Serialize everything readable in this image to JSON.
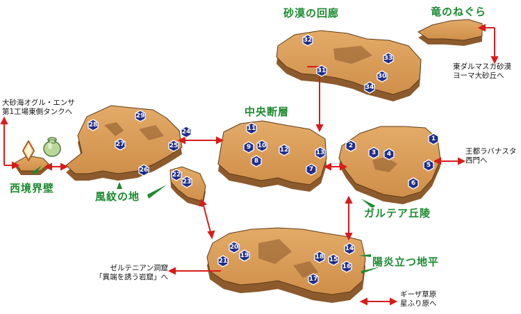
{
  "colors": {
    "land_top": "#d79a55",
    "land_side": "#8c5a2c",
    "land_edge": "#5e3a17",
    "connector": "#d81b1b",
    "label_green": "#1a8a2e",
    "marker_fill": "#1f2e8c"
  },
  "areas": {
    "nishi": "西境界壁",
    "fumon": "風紋の地",
    "chuou": "中央断層",
    "garutea": "ガルテア丘陵",
    "youen": "陽炎立つ地平",
    "sabaku_kairou": "砂漠の回廊",
    "ryuu": "竜のねぐら"
  },
  "exits": {
    "top_left": [
      "大砂海オグル・エンサ",
      "第1工場東側タンクへ"
    ],
    "top_right": [
      "東ダルマスカ砂漠",
      "ヨーマ大砂丘へ"
    ],
    "right": [
      "王都ラバナスタ",
      "西門へ"
    ],
    "bottom_left": [
      "ゼルテニアン洞窟",
      "「異端を誘う岩窟」へ"
    ],
    "bottom_right": [
      "ギーザ草原",
      "星ふり原へ"
    ]
  },
  "markers": [
    "1",
    "2",
    "3",
    "4",
    "5",
    "6",
    "7",
    "8",
    "9",
    "10",
    "11",
    "12",
    "13",
    "14",
    "15",
    "16",
    "17",
    "18",
    "19",
    "20",
    "21",
    "22",
    "23",
    "24",
    "25",
    "26",
    "27",
    "28",
    "29",
    "30",
    "31",
    "32",
    "33",
    "34"
  ],
  "icons": {
    "save_crystal": "crystal-icon",
    "pot": "pot-icon"
  }
}
